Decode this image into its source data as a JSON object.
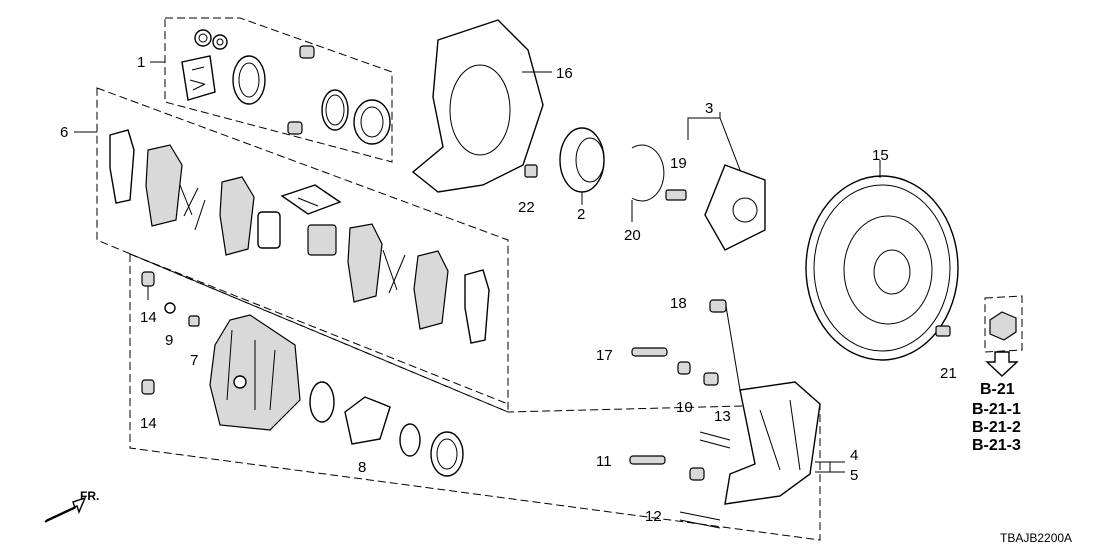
{
  "diagram": {
    "code": "TBAJB2200A",
    "front_arrow": "FR.",
    "references": [
      "B-21",
      "B-21-1",
      "B-21-2",
      "B-21-3"
    ]
  },
  "callouts": [
    {
      "id": "c1",
      "label": "1"
    },
    {
      "id": "c2",
      "label": "2"
    },
    {
      "id": "c3",
      "label": "3"
    },
    {
      "id": "c4",
      "label": "4"
    },
    {
      "id": "c5",
      "label": "5"
    },
    {
      "id": "c6",
      "label": "6"
    },
    {
      "id": "c7",
      "label": "7"
    },
    {
      "id": "c8",
      "label": "8"
    },
    {
      "id": "c9",
      "label": "9"
    },
    {
      "id": "c10",
      "label": "10"
    },
    {
      "id": "c11",
      "label": "11"
    },
    {
      "id": "c12",
      "label": "12"
    },
    {
      "id": "c13",
      "label": "13"
    },
    {
      "id": "c14a",
      "label": "14"
    },
    {
      "id": "c14b",
      "label": "14"
    },
    {
      "id": "c15",
      "label": "15"
    },
    {
      "id": "c16",
      "label": "16"
    },
    {
      "id": "c17",
      "label": "17"
    },
    {
      "id": "c18",
      "label": "18"
    },
    {
      "id": "c19",
      "label": "19"
    },
    {
      "id": "c20",
      "label": "20"
    },
    {
      "id": "c21a",
      "label": "21"
    },
    {
      "id": "c21b",
      "label": "21"
    },
    {
      "id": "c22",
      "label": "22"
    }
  ]
}
